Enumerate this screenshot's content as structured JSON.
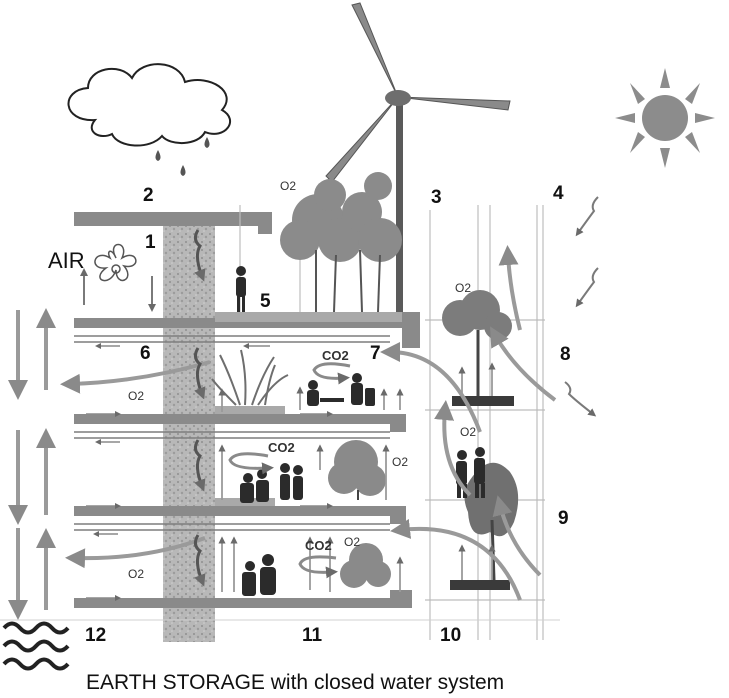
{
  "labels": {
    "air": "AIR",
    "caption": "EARTH STORAGE with closed water system",
    "o2": "O2",
    "co2": "CO2"
  },
  "callouts": [
    "1",
    "2",
    "3",
    "4",
    "5",
    "6",
    "7",
    "8",
    "9",
    "10",
    "11",
    "12"
  ],
  "colors": {
    "structure": "#8a8a8a",
    "structure_dark": "#6f6f6f",
    "arrow": "#9a9a9a",
    "earth": "#b5b5b5",
    "silhouette": "#2b2b2b",
    "tree": "#7d7d7d"
  },
  "icons": [
    "cloud-icon",
    "raindrop-icon",
    "sun-icon",
    "wind-turbine-icon",
    "air-flower-icon",
    "wave-icon",
    "tree-icon",
    "person-icon",
    "plant-icon"
  ]
}
